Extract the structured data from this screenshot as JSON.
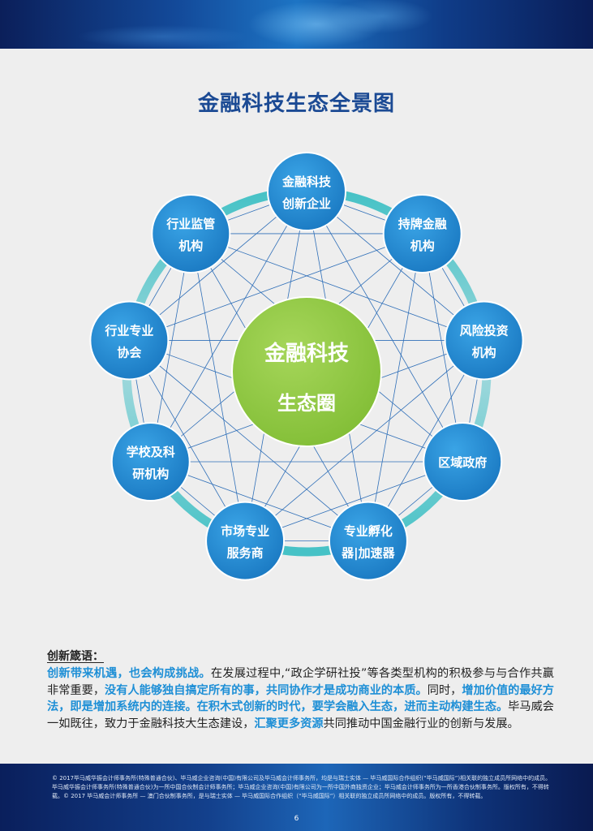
{
  "title": "金融科技生态全景图",
  "center": {
    "line1": "金融科技",
    "line2": "生态圈",
    "color": "#8dc63f"
  },
  "nodes": [
    {
      "id": "fintech-companies",
      "line1": "金融科技",
      "line2": "创新企业"
    },
    {
      "id": "licensed-institutions",
      "line1": "持牌金融",
      "line2": "机构"
    },
    {
      "id": "venture-capital",
      "line1": "风险投资",
      "line2": "机构"
    },
    {
      "id": "regional-government",
      "line1": "区域政府",
      "line2": ""
    },
    {
      "id": "incubators",
      "line1": "专业孵化",
      "line2": "器|加速器"
    },
    {
      "id": "market-service-providers",
      "line1": "市场专业",
      "line2": "服务商"
    },
    {
      "id": "schools-research",
      "line1": "学校及科",
      "line2": "研机构"
    },
    {
      "id": "industry-associations",
      "line1": "行业专业",
      "line2": "协会"
    },
    {
      "id": "regulators",
      "line1": "行业监管",
      "line2": "机构"
    }
  ],
  "colors": {
    "node": "#1e88d4",
    "title": "#1b4a94",
    "highlight": "#1e8fd6",
    "ring_teal": "#46c2c6",
    "ring_light": "#c8e6ee"
  },
  "motto": {
    "title": "创新箴语：",
    "p1": "创新带来机遇，也会构成挑战。",
    "p2": "在发展过程中,“政企学研社投”等各类型机构的积极参与与合作共赢非常重要，",
    "p3": "没有人能够独自搞定所有的事，共同协作才是成功商业的本质。",
    "p4": "同时，",
    "p5": "增加价值的最好方法，即是增加系统内的连接。在积木式创新的时代，要学会融入生态，进而主动构建生态。",
    "p6": "毕马威会一如既往，致力于金融科技大生态建设，",
    "p7": "汇聚更多资源",
    "p8": "共同推动中国金融行业的创新与发展。"
  },
  "footer": {
    "legal": "© 2017毕马威华振会计师事务所(特殊普通合伙)、毕马威企业咨询(中国)有限公司及毕马威会计师事务所，均是与瑞士实体 — 毕马威国际合作组织(“毕马威国际”)相关联的独立成员所网络中的成员。毕马威华振会计师事务所(特殊普通合伙)为一所中国合伙制会计师事务所；毕马威企业咨询(中国)有限公司为一所中国外商独资企业；毕马威会计师事务所为一所香港合伙制事务所。版权所有，不得转载。© 2017 毕马威会计师事务所 — 澳门合伙制事务所，是与瑞士实体 — 毕马威国际合作组织（“毕马威国际”）相关联的独立成员所网络中的成员。版权所有，不得转载。",
    "page": "6"
  }
}
